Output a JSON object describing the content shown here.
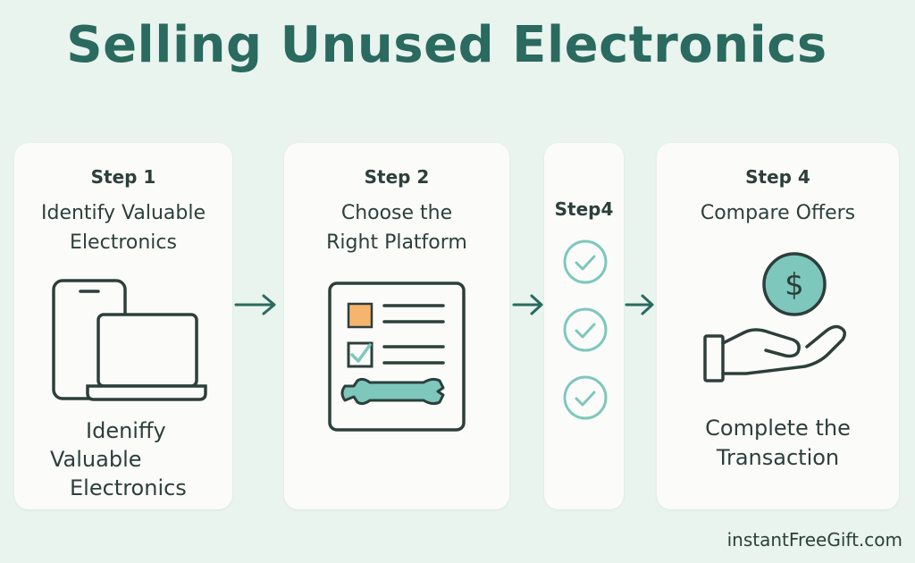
{
  "title": "Selling Unused Electronics",
  "steps": [
    {
      "label": "Step 1",
      "description_line1": "Identify Valuable",
      "description_line2": "Electronics",
      "bottom_line1": "Ideniffy",
      "bottom_line2": "Valuable",
      "bottom_line3": "Electronics",
      "icon": "devices-icon"
    },
    {
      "label": "Step 2",
      "description_line1": "Choose the",
      "description_line2": "Right Platform",
      "icon": "checklist-wrench-icon"
    },
    {
      "label": "Step4",
      "icon": "check-circle-icon"
    },
    {
      "label": "Step 4",
      "description_line1": "Compare Offers",
      "bottom_line1": "Complete the",
      "bottom_line2": "Transaction",
      "icon": "hand-coin-icon"
    }
  ],
  "footer": "instantFreeGift.com",
  "colors": {
    "background": "#e9f4ee",
    "title": "#2a6a5f",
    "card": "#fbfcfa",
    "icon_stroke": "#2c3f3b",
    "teal": "#7ec7bd",
    "orange": "#f5b56e"
  }
}
